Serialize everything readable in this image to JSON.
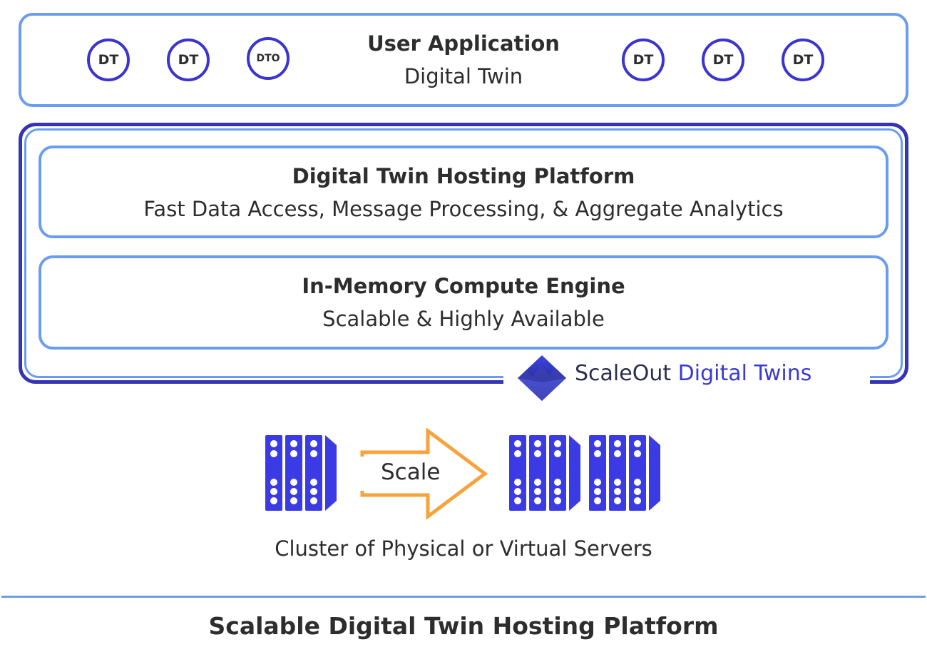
{
  "user_app": {
    "title": "User Application",
    "subtitle": "Digital Twin",
    "left_twins": [
      "DT",
      "DT",
      "DTO"
    ],
    "right_twins": [
      "DT",
      "DT",
      "DT"
    ]
  },
  "hosting_platform": {
    "title": "Digital Twin Hosting Platform",
    "subtitle": "Fast Data Access, Message Processing, & Aggregate Analytics"
  },
  "compute_engine": {
    "title": "In-Memory Compute Engine",
    "subtitle": "Scalable & Highly Available"
  },
  "brand": {
    "name_primary": "ScaleOut",
    "name_accent": "Digital Twins",
    "logo_icon": "scaleout-logo-icon"
  },
  "cluster": {
    "scale_label": "Scale",
    "caption": "Cluster of Physical or Virtual Servers"
  },
  "footer": {
    "title": "Scalable Digital Twin Hosting Platform"
  },
  "colors": {
    "light_blue": "#6a9df2",
    "dark_blue": "#3434b4",
    "server_blue": "#3b3be6",
    "arrow_orange": "#f7a23b"
  }
}
